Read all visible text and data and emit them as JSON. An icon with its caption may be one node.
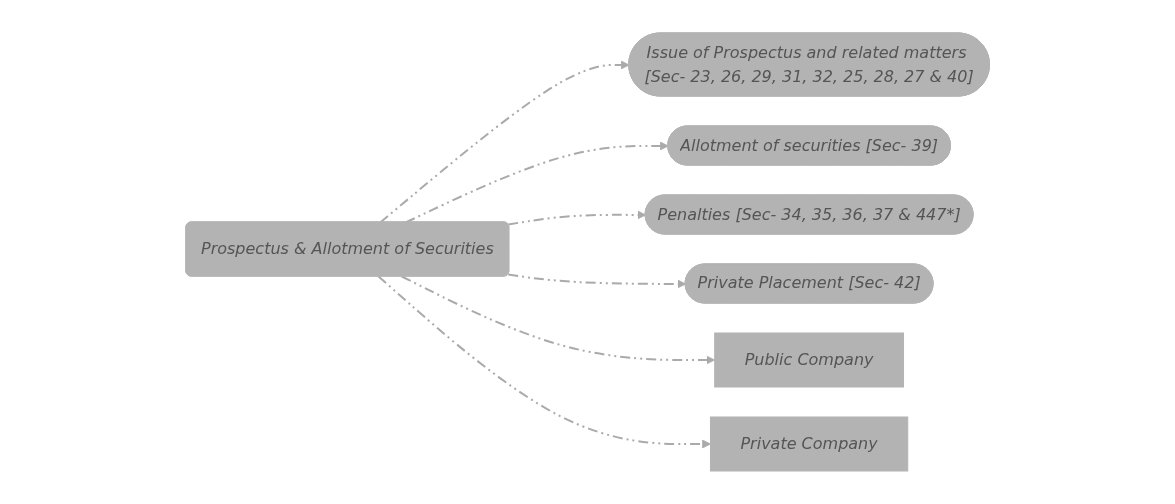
{
  "diagram": {
    "nodes": [
      {
        "text": [
          "Prospectus & Allotment of Securities"
        ]
      },
      {
        "text": [
          "Issue of Prospectus and related matters [Sec- 23, 26, 29, 31, 32, 25, 28, 27 & 40]"
        ]
      },
      {
        "text": [
          "Allotment of securities [Sec- 39]"
        ]
      },
      {
        "text": [
          "Penalties [Sec- 34, 35, 36, 37 & 447*]"
        ]
      },
      {
        "text": [
          "Private Placement [Sec- 42]"
        ]
      },
      {
        "text": [
          "Public Company"
        ]
      },
      {
        "text": [
          "Private Company"
        ]
      }
    ],
    "edges": [
      {
        "from": 0,
        "to": 1,
        "arrow": "to",
        "style": "dashed"
      },
      {
        "from": 0,
        "to": 2,
        "arrow": "to",
        "style": "dashed"
      },
      {
        "from": 0,
        "to": 3,
        "arrow": "to",
        "style": "dashed"
      },
      {
        "from": 0,
        "to": 4,
        "arrow": "to",
        "style": "dashed"
      },
      {
        "from": 0,
        "to": 5,
        "arrow": "to",
        "style": "dashed"
      },
      {
        "from": 0,
        "to": 6,
        "arrow": "to",
        "style": "dashed"
      }
    ]
  }
}
